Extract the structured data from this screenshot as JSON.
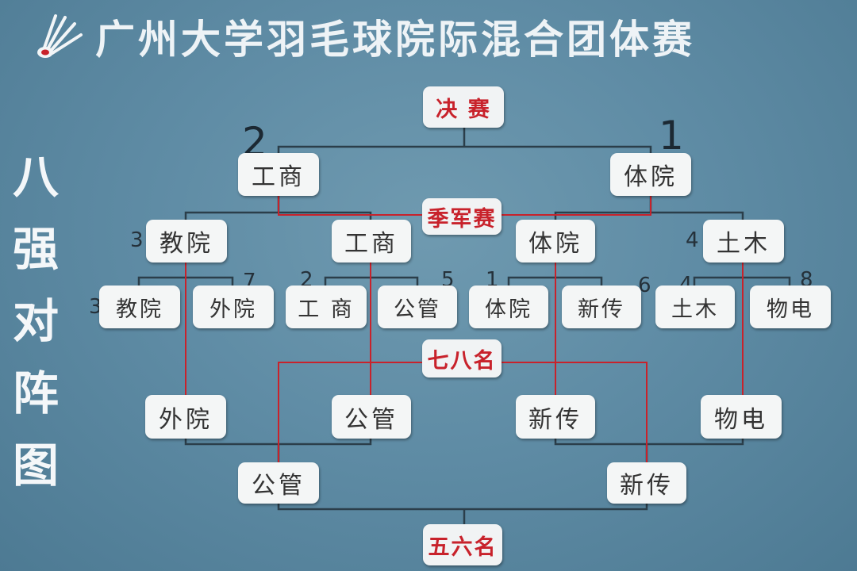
{
  "title": "广州大学羽毛球院际混合团体赛",
  "side_title": [
    "八",
    "强",
    "对",
    "阵",
    "图"
  ],
  "labels": {
    "final": "决 赛",
    "third": "季军赛",
    "seventh": "七八名",
    "fifth": "五六名"
  },
  "final_teams": {
    "left": {
      "name": "工商",
      "score": "2"
    },
    "right": {
      "name": "体院",
      "score": "1"
    }
  },
  "semifinal_teams": [
    {
      "name": "教院",
      "seed": "3"
    },
    {
      "name": "工商",
      "seed": ""
    },
    {
      "name": "体院",
      "seed": ""
    },
    {
      "name": "土木",
      "seed": "4"
    }
  ],
  "quarterfinal_teams": [
    {
      "name": "教院",
      "seed": "3"
    },
    {
      "name": "外院",
      "seed": "7"
    },
    {
      "name": "工 商",
      "seed": "2"
    },
    {
      "name": "公管",
      "seed": "5"
    },
    {
      "name": "体院",
      "seed": "1"
    },
    {
      "name": "新传",
      "seed": "6"
    },
    {
      "name": "土木",
      "seed": "4"
    },
    {
      "name": "物电",
      "seed": "8"
    }
  ],
  "placement_teams": [
    "外院",
    "公管",
    "新传",
    "物电"
  ],
  "fifth_place_teams": [
    "公管",
    "新传"
  ],
  "colors": {
    "background": "#5f8ca5",
    "line_dark": "#2b3e4a",
    "line_red": "#c8222b",
    "label_text": "#c8222b"
  },
  "icons": {
    "logo": "shuttlecock-icon"
  }
}
